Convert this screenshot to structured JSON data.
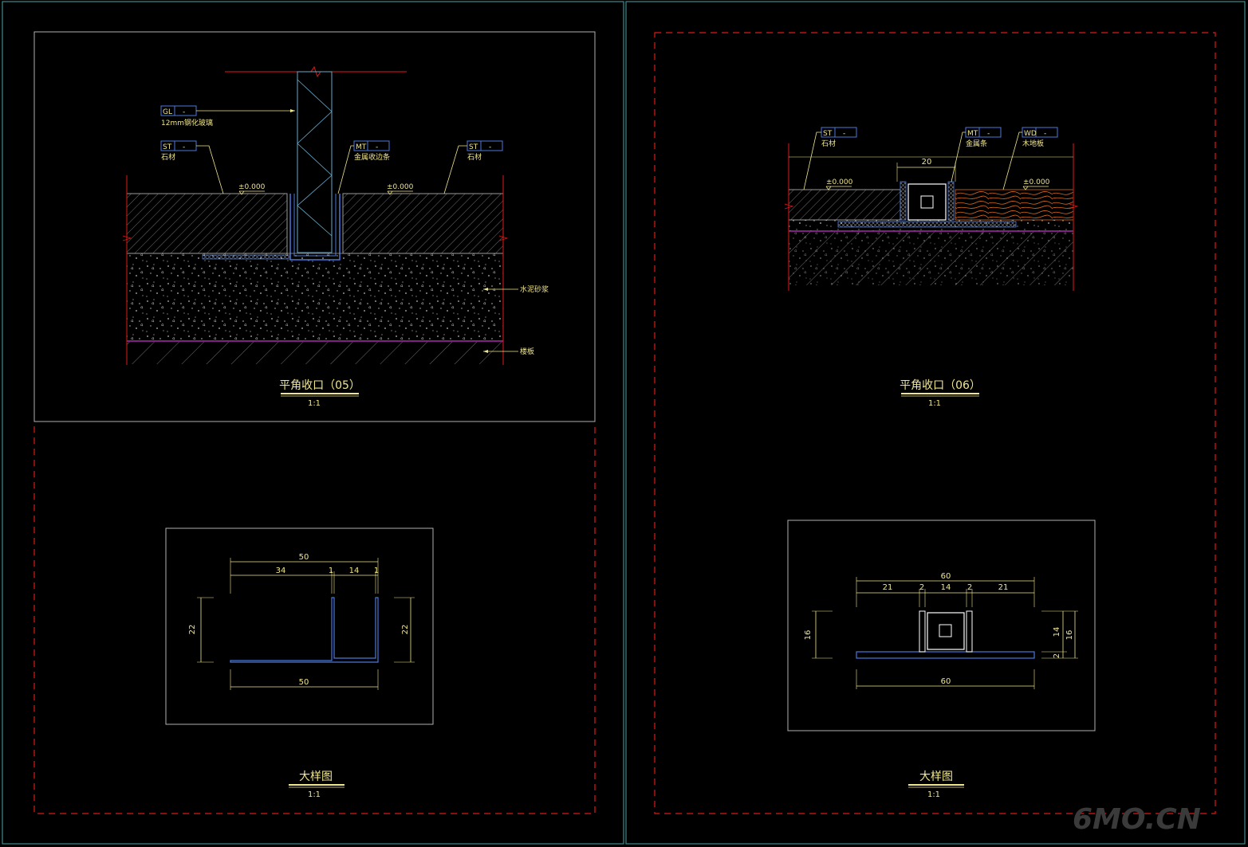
{
  "details": {
    "d05": {
      "title": "平角收口（05）",
      "scale": "1:1",
      "tags": {
        "gl": {
          "code": "GL",
          "dash": "-",
          "label": "12mm钢化玻璃"
        },
        "st_left": {
          "code": "ST",
          "dash": "-",
          "label": "石材"
        },
        "mt": {
          "code": "MT",
          "dash": "-",
          "label": "金属收边条"
        },
        "st_right": {
          "code": "ST",
          "dash": "-",
          "label": "石材"
        }
      },
      "level_left": "±0.000",
      "level_right": "±0.000",
      "label_mortar": "水泥砂浆",
      "label_slab": "楼板"
    },
    "d06": {
      "title": "平角收口（06）",
      "scale": "1:1",
      "tags": {
        "st": {
          "code": "ST",
          "dash": "-",
          "label": "石材"
        },
        "mt": {
          "code": "MT",
          "dash": "-",
          "label": "金属条"
        },
        "wd": {
          "code": "WD",
          "dash": "-",
          "label": "木地板"
        }
      },
      "dim_top": "20",
      "level_left": "±0.000",
      "level_right": "±0.000"
    },
    "sample_left": {
      "title": "大样图",
      "scale": "1:1",
      "dims": {
        "top_total": "50",
        "seg_a": "34",
        "seg_b": "1",
        "seg_c": "14",
        "seg_d": "1",
        "left": "22",
        "right": "22",
        "bottom": "50"
      }
    },
    "sample_right": {
      "title": "大样图",
      "scale": "1:1",
      "dims": {
        "top_total": "60",
        "seg_a": "21",
        "seg_b": "2",
        "seg_c": "14",
        "seg_d": "2",
        "seg_e": "21",
        "left": "16",
        "right_a": "14",
        "right_b": "16",
        "right_c": "2",
        "bottom": "60"
      }
    }
  },
  "watermark": "6MO.CN",
  "colors": {
    "background": "#000000",
    "sheet_border": "#4aa3a3",
    "viewport_border": "#b0b0b0",
    "red_dash": "#e01818",
    "yellow": "#f0e68c",
    "blue": "#4a78d8",
    "magenta": "#cc33cc",
    "cyan": "#66aacc",
    "orange": "#d86a1e",
    "hatch_gray": "#9a9a9a"
  }
}
